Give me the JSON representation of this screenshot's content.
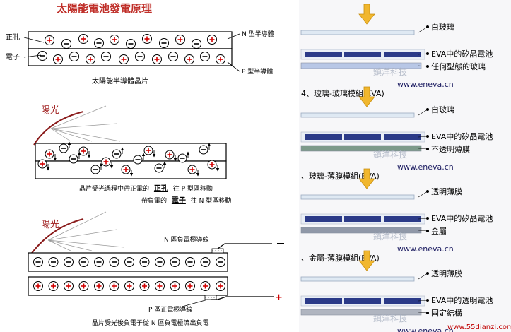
{
  "left": {
    "title": "太陽能電池發電原理",
    "panel1": {
      "label_hole": "正孔",
      "label_electron": "電子",
      "label_n": "N 型半導體",
      "label_p": "P 型半導體",
      "caption": "太陽能半導體晶片"
    },
    "panel2": {
      "sun": "陽光",
      "caption_line1_prefix": "晶片受光過程中帶正電的",
      "caption_line1_term": "正孔",
      "caption_line1_suffix": "往 P 型區移動",
      "caption_line2_prefix": "帶負電的",
      "caption_line2_term": "電子",
      "caption_line2_suffix": "往 N 型區移動"
    },
    "panel3": {
      "sun": "陽光",
      "n_electrode": "N 區負電極導線",
      "p_electrode": "P 區正電極導線",
      "caption": "晶片受光後負電子從 N 區負電極流出負電",
      "minus_sign": "−",
      "plus_sign": "+"
    }
  },
  "right": {
    "watermark_brand": "鎮洋科技",
    "watermark_url": "www.eneva.cn",
    "modules": [
      {
        "layers": [
          "白玻璃",
          "EVA中的矽晶電池",
          "任何型態的玻璃"
        ],
        "caption": "4、玻璃-玻璃模組(EVA)"
      },
      {
        "layers": [
          "白玻璃",
          "EVA中的矽晶電池",
          "不透明薄膜"
        ],
        "caption": "、玻璃-薄膜模組(EVA)"
      },
      {
        "layers": [
          "透明薄膜",
          "EVA中的矽晶電池",
          "金屬"
        ],
        "caption": "、金屬-薄膜模組(EVA)"
      },
      {
        "layers": [
          "透明薄膜",
          "EVA中的透明電池",
          "固定結構"
        ],
        "caption": ""
      }
    ],
    "site_mark": "www.55dianzi.com"
  }
}
